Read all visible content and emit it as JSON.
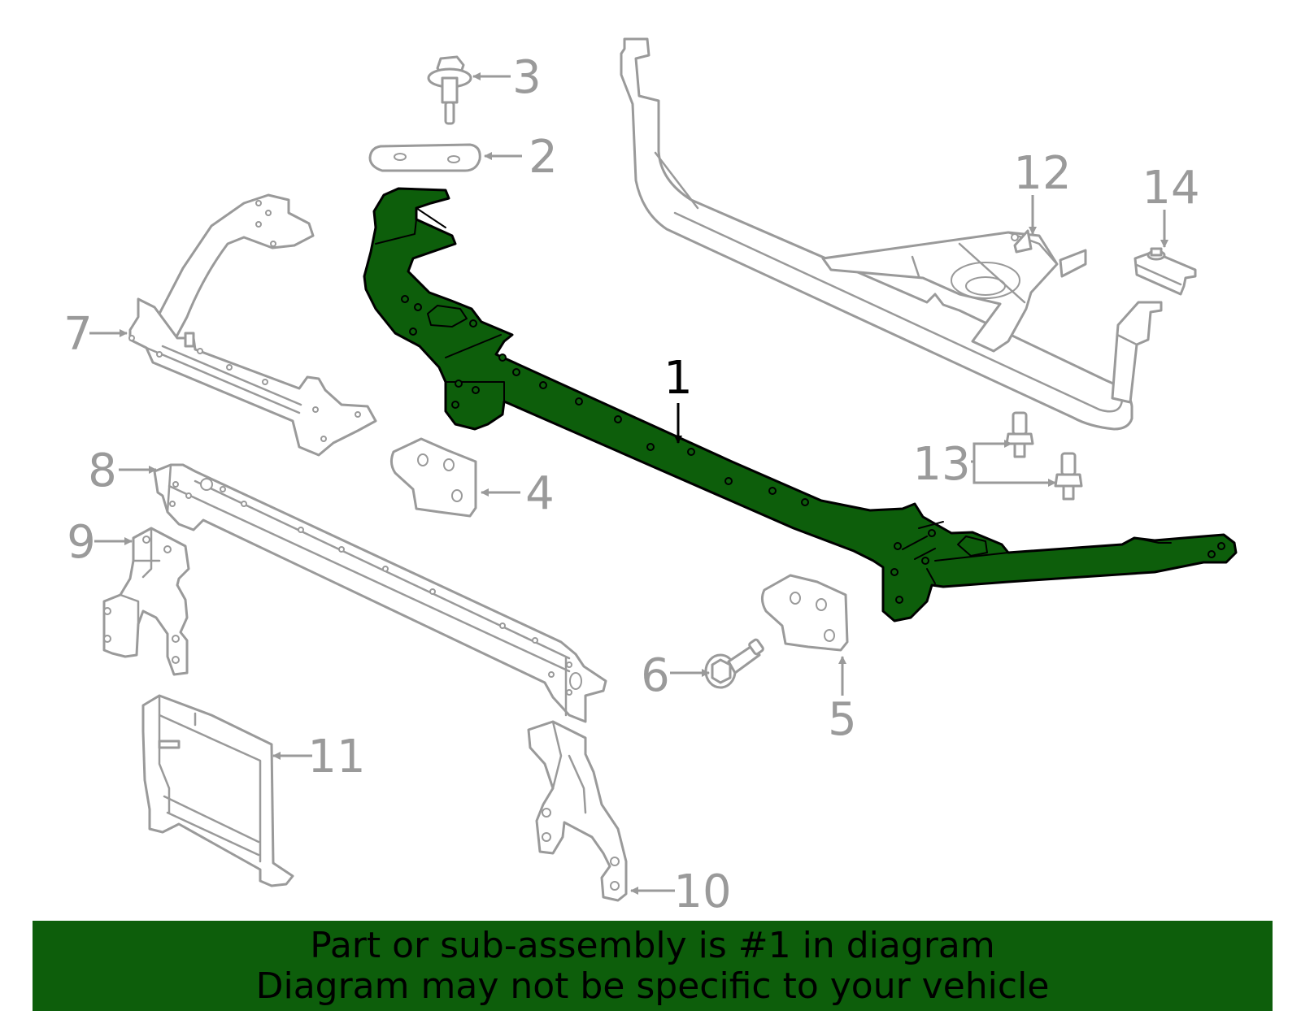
{
  "callouts": {
    "c1": "1",
    "c2": "2",
    "c3": "3",
    "c4": "4",
    "c5": "5",
    "c6": "6",
    "c7": "7",
    "c8": "8",
    "c9": "9",
    "c10": "10",
    "c11": "11",
    "c12": "12",
    "c13": "13",
    "c14": "14"
  },
  "highlight_color": "#0d5e0b",
  "outline_color": "#9a9a9a",
  "banner": {
    "line1": "Part or sub-assembly is #1 in diagram",
    "line2": "Diagram may not be specific to your vehicle",
    "background": "#0d5e0b"
  }
}
